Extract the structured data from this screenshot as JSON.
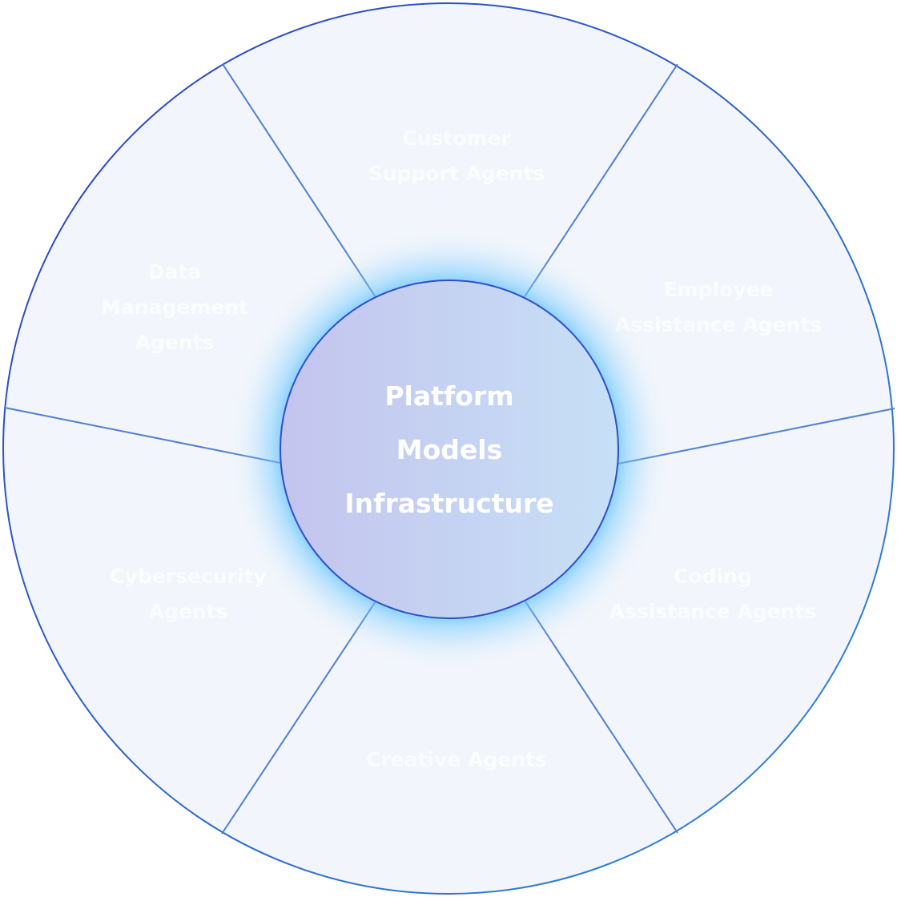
{
  "core": {
    "lines": [
      "Platform",
      "Models",
      "Infrastructure"
    ]
  },
  "segments": [
    {
      "id": "customer-support",
      "lines": [
        "Customer",
        "Support Agents"
      ]
    },
    {
      "id": "employee-assistance",
      "lines": [
        "Employee",
        "Assistance Agents"
      ]
    },
    {
      "id": "coding-assistance",
      "lines": [
        "Coding",
        "Assistance Agents"
      ]
    },
    {
      "id": "creative",
      "lines": [
        "Creative Agents"
      ]
    },
    {
      "id": "cybersecurity",
      "lines": [
        "Cybersecurity",
        "Agents"
      ]
    },
    {
      "id": "data-management",
      "lines": [
        "Data",
        "Management",
        "Agents"
      ]
    }
  ],
  "colors": {
    "outer_ring_stroke": "#2f63d6",
    "divider_stroke": "#4f7fd0",
    "segment_fill": "#f2f5fb",
    "core_fill_left": "#c3c6ee",
    "core_fill_right": "#c6dff6",
    "core_stroke": "#2f55c7",
    "glow": "#5fc3ff",
    "label_text": "#ffffff"
  }
}
